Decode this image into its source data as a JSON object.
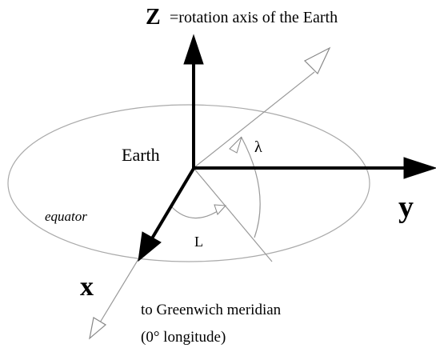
{
  "labels": {
    "z_letter": "Z",
    "z_caption": "=rotation axis of the Earth",
    "earth": "Earth",
    "lambda": "λ",
    "y_letter": "y",
    "equator": "equator",
    "L": "L",
    "x_letter": "x",
    "greenwich_line1": "to Greenwich meridian",
    "greenwich_line2": "(0° longitude)"
  },
  "colors": {
    "ink": "#000000",
    "thin_line": "#999999",
    "equator": "#aaaaaa",
    "arrow_outline": "#888888"
  }
}
